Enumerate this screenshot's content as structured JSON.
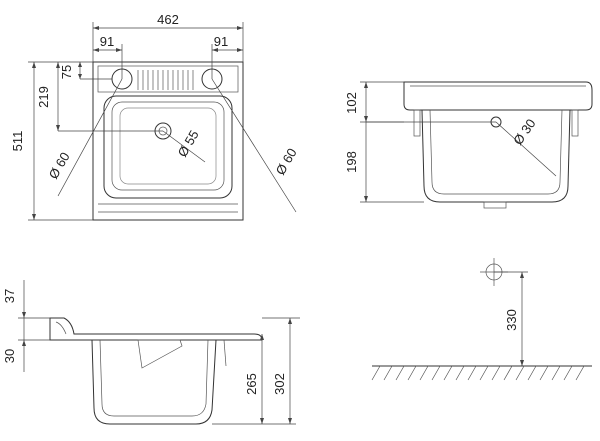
{
  "dimensions": {
    "top_width": "462",
    "top_left_hole_offset": "91",
    "top_right_hole_offset": "91",
    "top_height": "511",
    "top_219": "219",
    "top_75": "75",
    "hole_left": "Ø 60",
    "hole_right": "Ø 60",
    "drain": "Ø 55",
    "front_102": "102",
    "front_198": "198",
    "front_hole": "Ø 30",
    "side_37": "37",
    "side_30": "30",
    "side_265": "265",
    "side_302": "302",
    "mount_330": "330"
  }
}
